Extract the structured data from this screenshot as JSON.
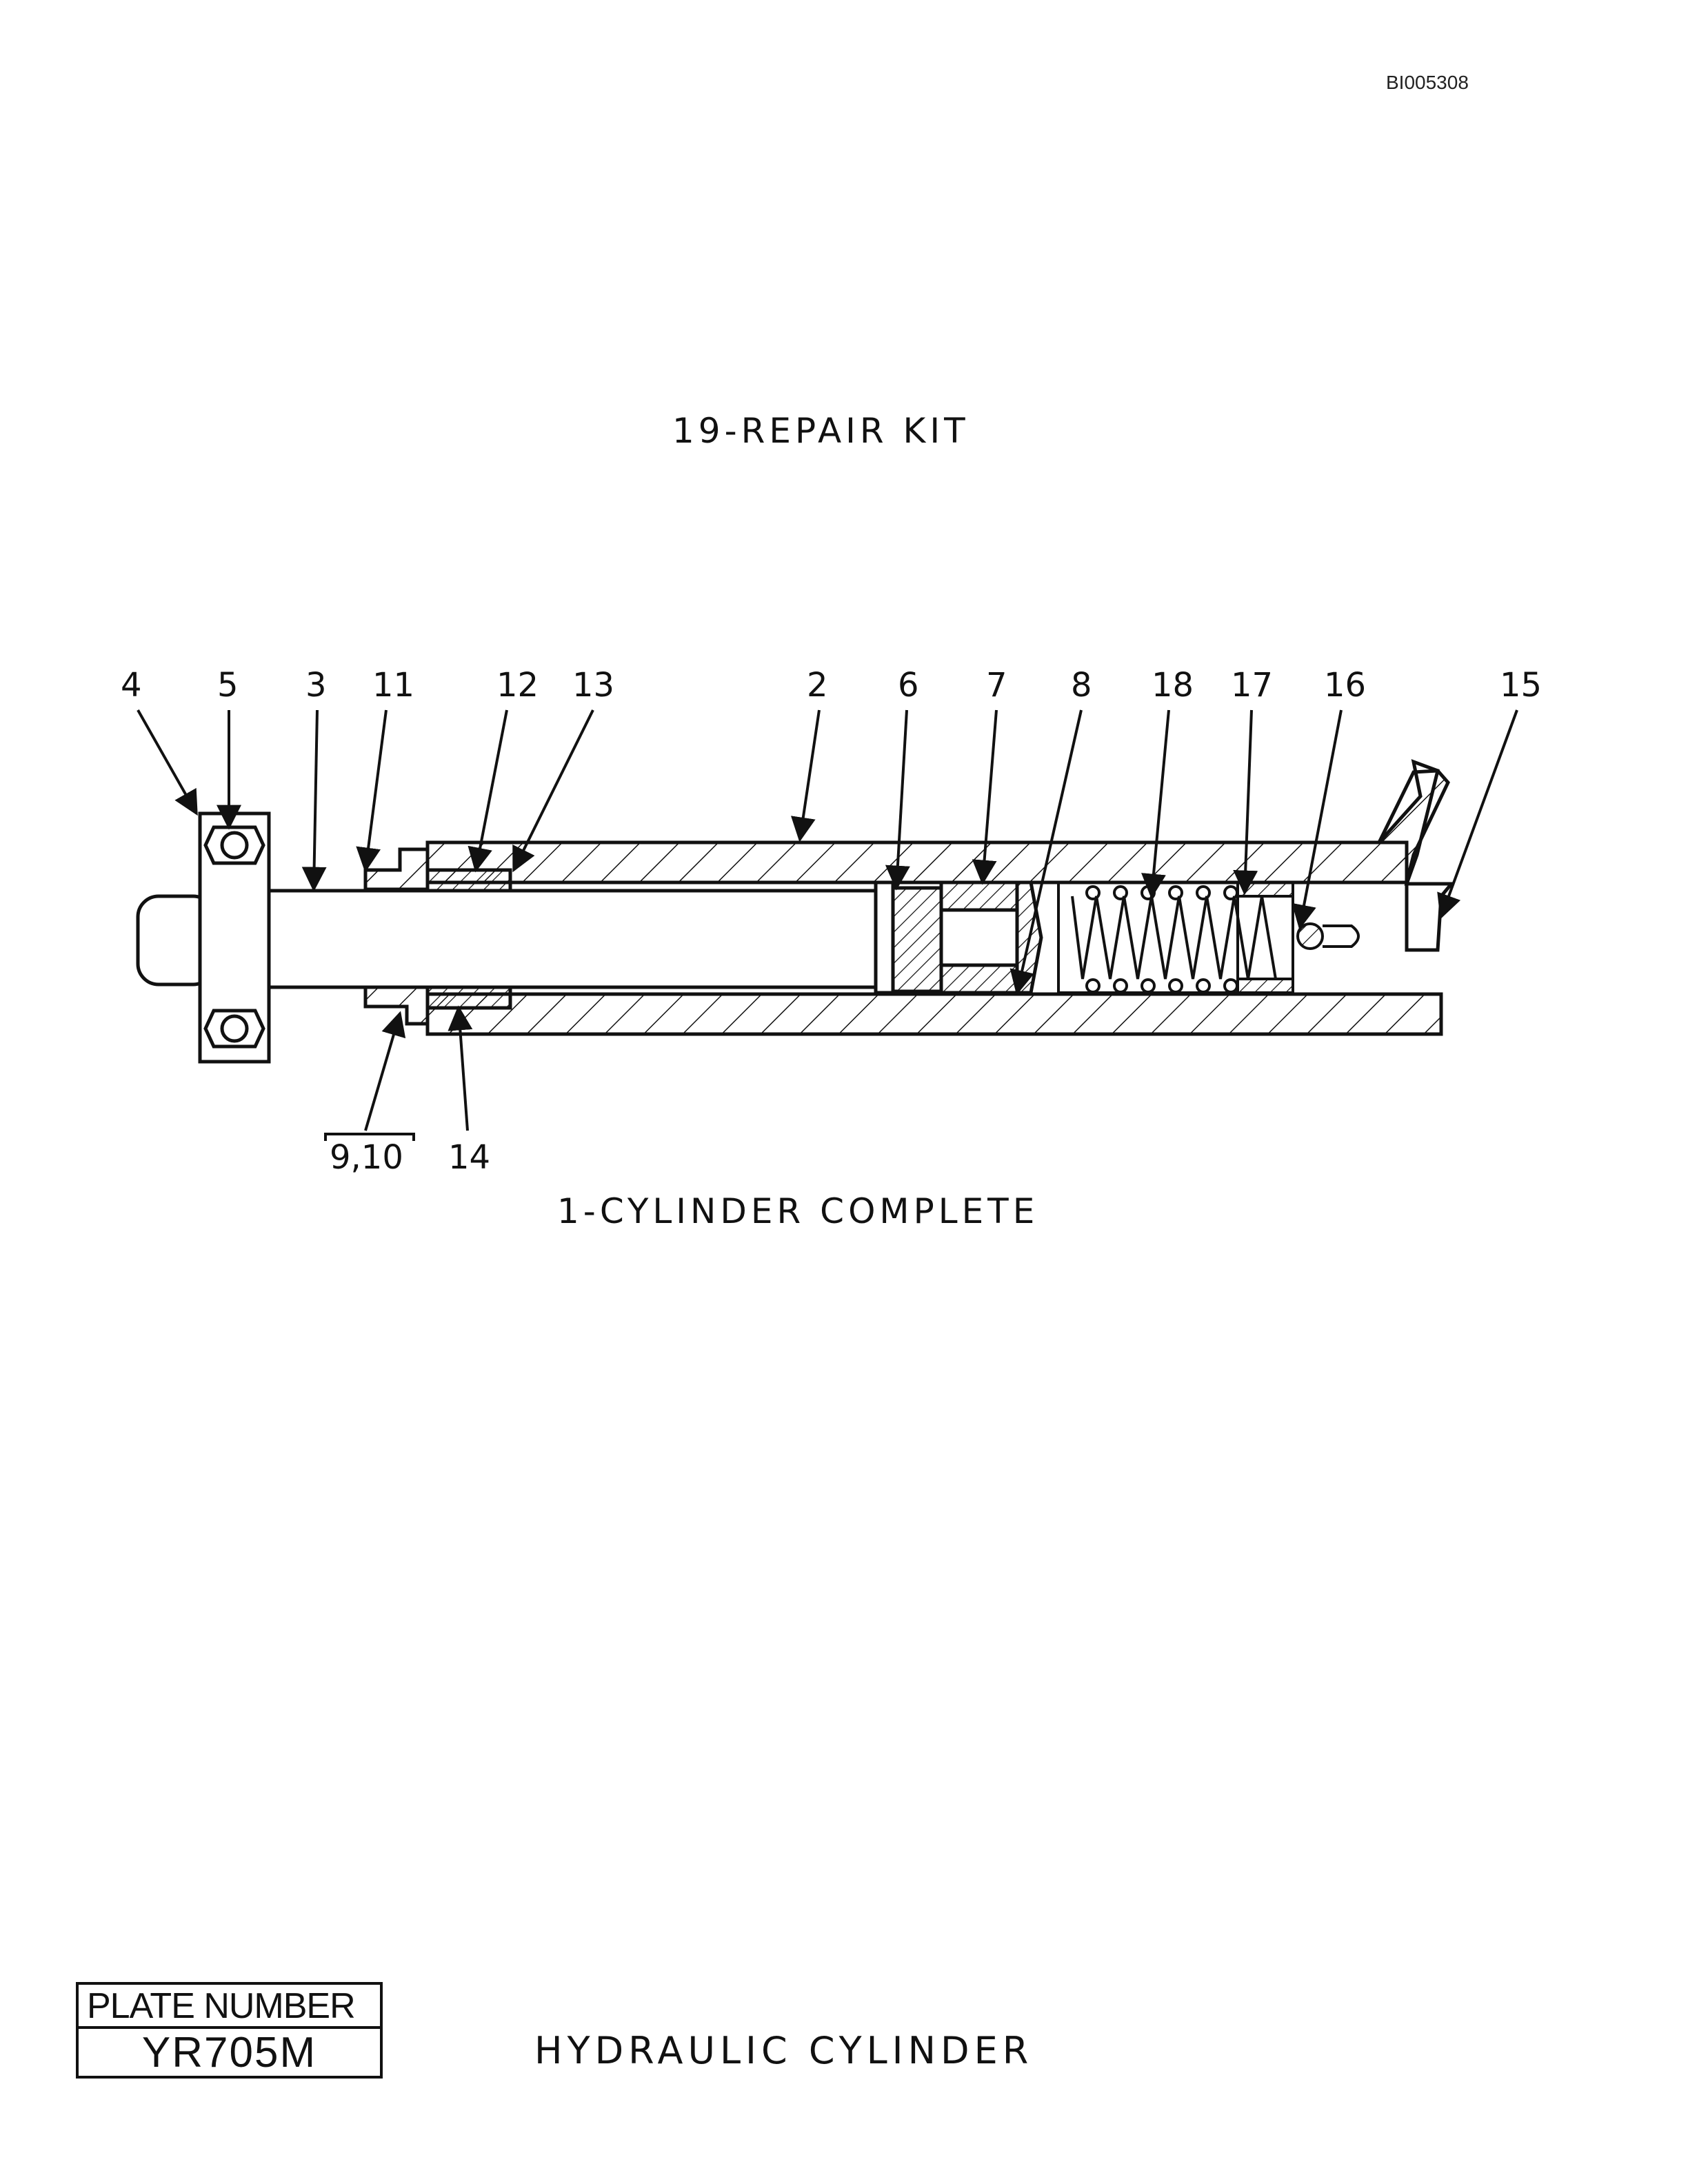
{
  "doc_id": "BI005308",
  "captions": {
    "repair_kit": "19-REPAIR KIT",
    "cylinder_complete": "1-CYLINDER COMPLETE",
    "title": "HYDRAULIC CYLINDER"
  },
  "plate": {
    "label": "PLATE NUMBER",
    "value": "YR705M"
  },
  "callouts": [
    {
      "id": "4",
      "label": "4"
    },
    {
      "id": "5",
      "label": "5"
    },
    {
      "id": "3",
      "label": "3"
    },
    {
      "id": "11",
      "label": "11"
    },
    {
      "id": "12",
      "label": "12"
    },
    {
      "id": "13",
      "label": "13"
    },
    {
      "id": "2",
      "label": "2"
    },
    {
      "id": "6",
      "label": "6"
    },
    {
      "id": "7",
      "label": "7"
    },
    {
      "id": "8",
      "label": "8"
    },
    {
      "id": "18",
      "label": "18"
    },
    {
      "id": "17",
      "label": "17"
    },
    {
      "id": "16",
      "label": "16"
    },
    {
      "id": "15",
      "label": "15"
    },
    {
      "id": "9-10",
      "label": "9,10"
    },
    {
      "id": "14",
      "label": "14"
    }
  ]
}
